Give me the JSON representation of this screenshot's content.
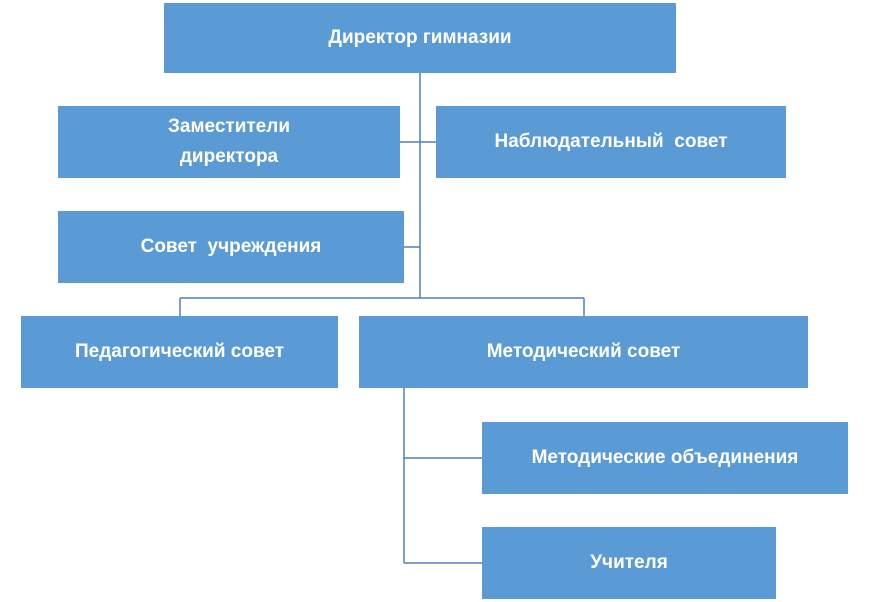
{
  "chart": {
    "nodes": {
      "director": "Директор гимназии",
      "deputies": "Заместители директора",
      "supervisory_board": "Наблюдательный  совет",
      "institution_council": "Совет  учреждения",
      "pedagogical_council": "Педагогический совет",
      "methodical_council": "Методический совет",
      "methodical_associations": "Методические объединения",
      "teachers": "Учителя"
    },
    "colors": {
      "box_fill": "#5b9bd5",
      "box_text": "#ffffff",
      "connector": "#4f81bd",
      "background": "#ffffff"
    }
  }
}
